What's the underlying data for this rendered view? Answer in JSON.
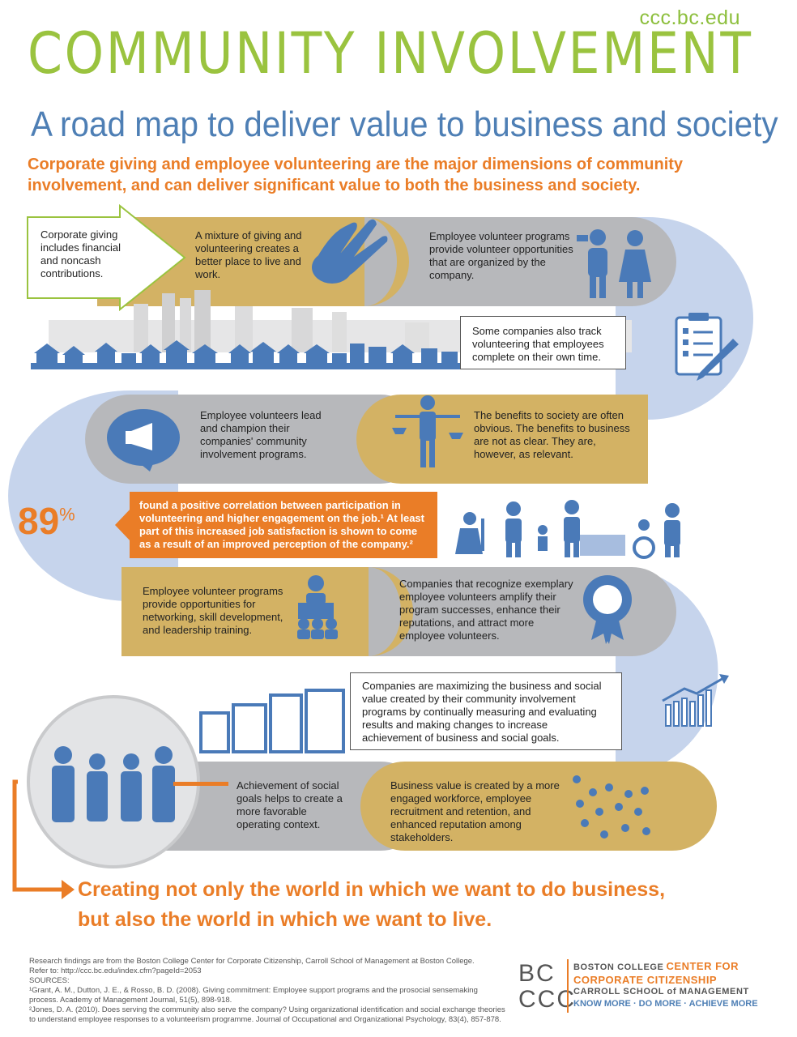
{
  "header": {
    "site_url": "ccc.bc.edu",
    "title": "COMMUNITY INVOLVEMENT",
    "subtitle": "A road map to deliver value to business and society",
    "intro": "Corporate giving and employee volunteering are the major dimensions of community involvement, and can deliver significant value to both the business and society."
  },
  "road": {
    "giving_note": "Corporate giving includes financial and noncash contributions.",
    "mixture": "A mixture of giving and volunteering creates a better place to live and work.",
    "programs": "Employee volunteer programs provide volunteer opportunities that are organized by the company.",
    "track": "Some companies also track volunteering that employees complete on their own time.",
    "lead": "Employee volunteers lead and champion their companies' community involvement programs.",
    "benefits": "The benefits to society are often obvious. The benefits to business are not as clear. They are, however, as relevant.",
    "stat_value": "89",
    "stat_unit": "%",
    "stat_text": "found a positive correlation between participation in volunteering and higher engagement on the job.¹ At least part of this increased job satisfaction is shown to come as a result of an improved perception of the company.²",
    "networking": "Employee volunteer programs provide opportunities for networking, skill development, and leadership training.",
    "recognize": "Companies that recognize exemplary employee volunteers amplify their program successes, enhance their reputations, and attract more employee volunteers.",
    "maximizing": "Companies are maximizing the business and social value created by their community involvement programs by continually measuring and evaluating results and making changes to increase achievement of business and social goals.",
    "social_goals": "Achievement of social goals helps to create a more favorable operating context.",
    "business_value": "Business value is created by a more engaged workforce, employee recruitment and retention, and enhanced reputation among stakeholders."
  },
  "closing": {
    "line1": "Creating not only the world in which we want to do business,",
    "line2": "but also the world in which we want to live."
  },
  "footer": {
    "research": "Research findings are from the Boston College Center for Corporate Citizenship, Carroll School of Management at Boston College.",
    "refer": "Refer to: http://ccc.bc.edu/index.cfm?pageId=2053",
    "sources_label": "SOURCES:",
    "source1": "¹Grant, A. M., Dutton, J. E., & Rosso, B. D. (2008). Giving commitment: Employee support programs and the prosocial sensemaking process. Academy of Management Journal, 51(5), 898-918.",
    "source2": "²Jones, D. A. (2010). Does serving the community also serve the company? Using organizational identification and social exchange theories to understand employee responses to a volunteerism programme. Journal of Occupational and Organizational Psychology, 83(4), 857-878."
  },
  "logo": {
    "mark_top": "BC",
    "mark_bottom": "CCC",
    "org": "BOSTON COLLEGE",
    "center_line1": "CENTER FOR",
    "center_line2": "CORPORATE CITIZENSHIP",
    "school": "CARROLL SCHOOL of MANAGEMENT",
    "tagline": "KNOW MORE · DO MORE · ACHIEVE MORE"
  },
  "colors": {
    "green": "#9ac33f",
    "blue": "#4e7fb5",
    "orange": "#ea7d27",
    "gold": "#d3b264",
    "gray": "#b7b8bb",
    "lightblue": "#c6d4ec",
    "icon_blue": "#4a7ab8"
  }
}
